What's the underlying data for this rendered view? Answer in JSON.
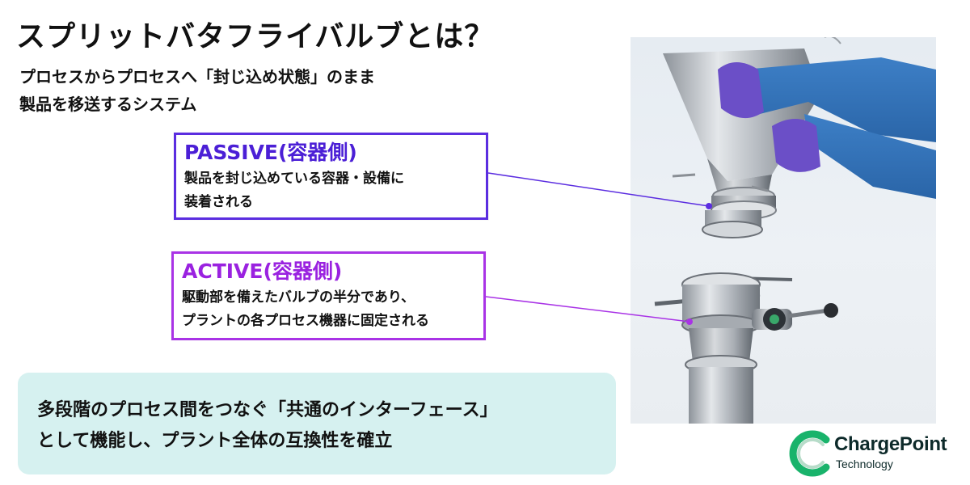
{
  "title": "スプリットバタフライバルブとは？",
  "subtitle": {
    "line1": "プロセスからプロセスへ「封じ込め状態」のまま",
    "line2": "製品を移送するシステム"
  },
  "passive": {
    "heading": "PASSIVE(容器側)",
    "line1": "製品を封じ込めている容器・設備に",
    "line2": "装着される",
    "color": "#5b2de0"
  },
  "active": {
    "heading": "ACTIVE(容器側)",
    "line1": "駆動部を備えたバルブの半分であり、",
    "line2": "プラントの各プロセス機器に固定される",
    "color": "#a933e6"
  },
  "summary": {
    "line1": "多段階のプロセス間をつなぐ「共通のインターフェース」",
    "line2": "として機能し、プラント全体の互換性を確立",
    "background": "#d6f1f0"
  },
  "logo": {
    "name": "ChargePoint",
    "sub": "Technology"
  }
}
